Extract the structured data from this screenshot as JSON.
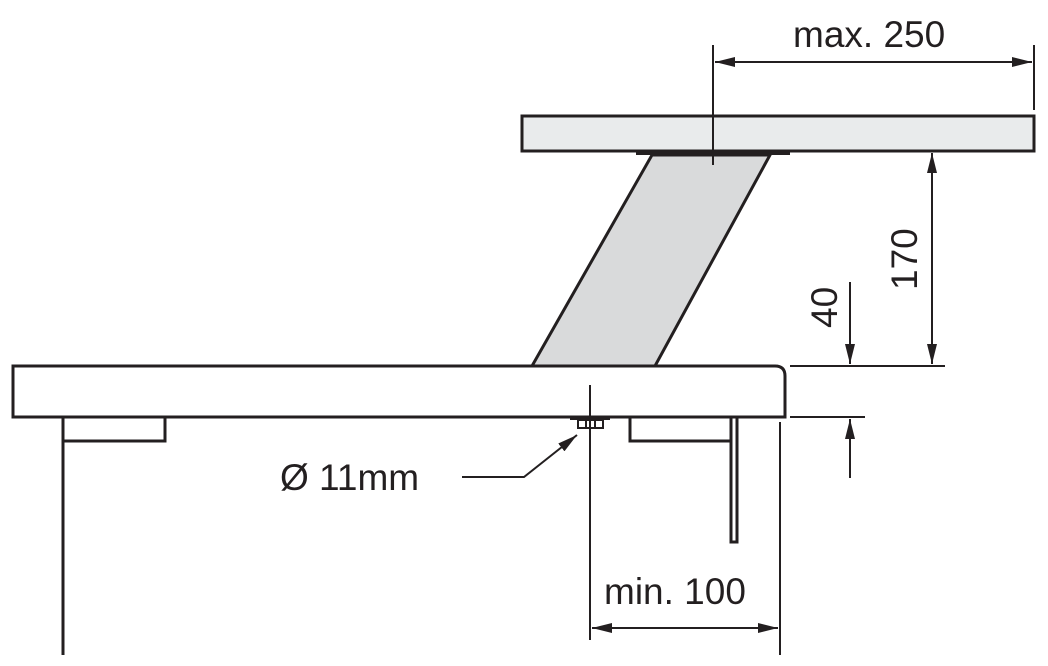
{
  "labels": {
    "max_overhang": "max. 250",
    "height": "170",
    "board_thickness": "40",
    "hole_diameter": "Ø 11mm",
    "min_distance": "min. 100"
  },
  "colors": {
    "line": "#231f20",
    "top_board": "#e9ebec",
    "leg": "#d9dadb"
  }
}
